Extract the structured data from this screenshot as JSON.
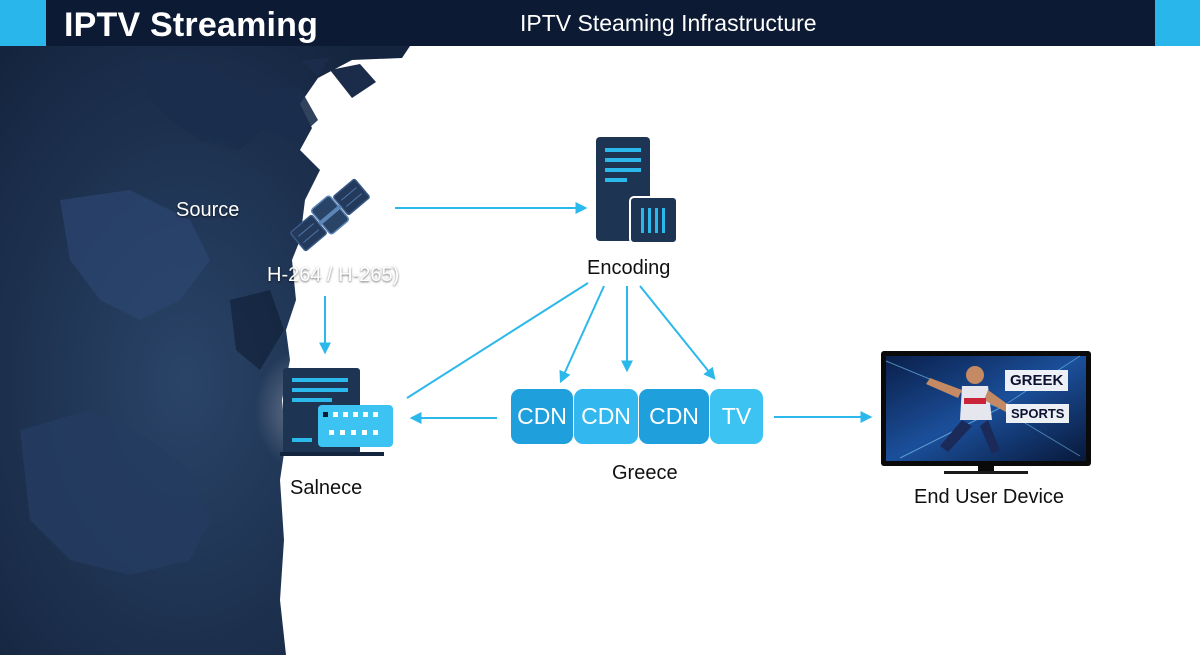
{
  "header": {
    "brand": "IPTV Streaming",
    "title": "IPTV Steaming Infrastructure"
  },
  "nodes": {
    "source": "Source",
    "codec": "H-264 / H-265)",
    "encoding": "Encoding",
    "salnece": "Salnece",
    "greece": "Greece",
    "end_user": "End User Device"
  },
  "cdn_blocks": [
    "CDN",
    "CDN",
    "CDN",
    "TV"
  ],
  "tv_screen": {
    "line1": "GREEK",
    "line2": "SPORTS"
  },
  "colors": {
    "header_bg": "#0c1b33",
    "accent": "#29b6ea",
    "map": "#1f3454",
    "arrow": "#2bb8ea",
    "server": "#1d3553",
    "cdn": "#1f9fdc"
  },
  "icons": {
    "source": "satellite-icon",
    "encoding": "server-icon",
    "salnece": "server-rack-icon",
    "end_user": "television-icon"
  }
}
